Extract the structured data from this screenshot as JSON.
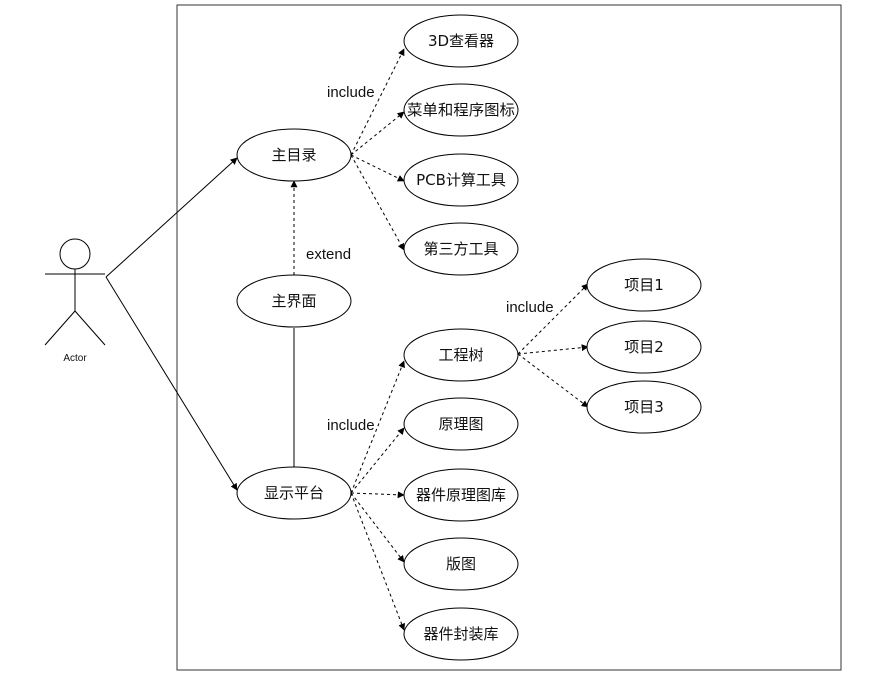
{
  "actor": {
    "label": "Actor"
  },
  "use_cases": {
    "main_menu": "主目录",
    "main_ui": "主界面",
    "display": "显示平台",
    "viewer3d": "3D查看器",
    "menu_icons": "菜单和程序图标",
    "pcb_tool": "PCB计算工具",
    "third_party": "第三方工具",
    "project_tree": "工程树",
    "schematic": "原理图",
    "lib_schematic": "器件原理图库",
    "layout": "版图",
    "lib_package": "器件封装库",
    "item1": "项目1",
    "item2": "项目2",
    "item3": "项目3"
  },
  "relation_labels": {
    "include_top": "include",
    "extend": "extend",
    "include_bottom": "include",
    "include_tree": "include"
  }
}
